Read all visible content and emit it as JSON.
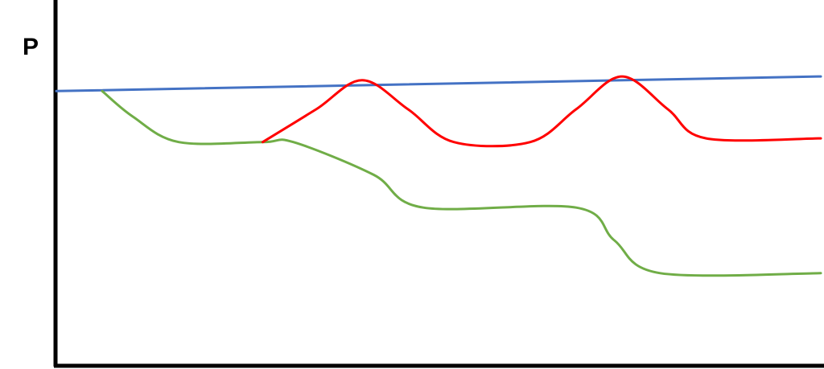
{
  "chart_data": {
    "type": "line",
    "title": "",
    "xlabel": "",
    "ylabel": "P",
    "grid": false,
    "legend": "none",
    "axes": {
      "x_ticks": "none",
      "y_ticks": "none"
    },
    "series": [
      {
        "color": "#4472C4",
        "style": "straight",
        "points": [
          [
            0,
            75
          ],
          [
            100,
            79
          ]
        ]
      },
      {
        "color": "#70AD47",
        "style": "stepped-down",
        "points": [
          [
            6,
            75
          ],
          [
            10,
            68
          ],
          [
            16,
            61
          ],
          [
            27,
            61
          ],
          [
            31,
            61
          ],
          [
            41.5,
            52
          ],
          [
            48,
            43
          ],
          [
            68,
            43
          ],
          [
            73,
            34
          ],
          [
            79,
            25
          ],
          [
            100,
            25
          ]
        ]
      },
      {
        "color": "#FF0000",
        "style": "bumps",
        "points": [
          [
            27,
            61
          ],
          [
            34,
            70
          ],
          [
            40,
            78
          ],
          [
            46,
            70
          ],
          [
            52,
            61
          ],
          [
            62,
            61
          ],
          [
            68,
            70
          ],
          [
            74,
            79
          ],
          [
            80,
            70
          ],
          [
            85,
            62
          ],
          [
            100,
            62
          ]
        ]
      }
    ]
  }
}
